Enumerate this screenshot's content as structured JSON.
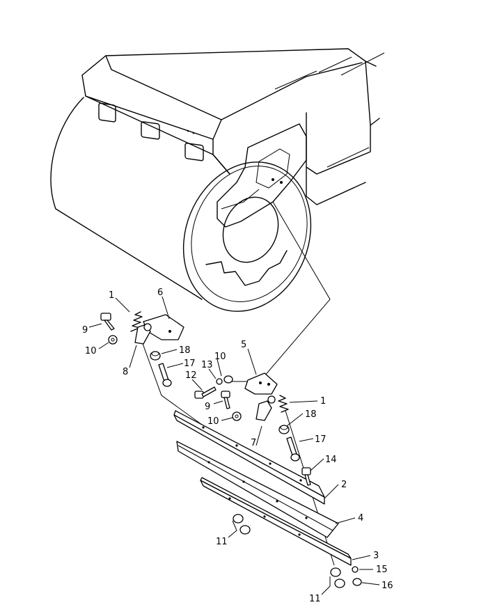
{
  "callouts": [
    {
      "id": "c1a",
      "text": "1"
    },
    {
      "id": "c1b",
      "text": "1"
    },
    {
      "id": "c2",
      "text": "2"
    },
    {
      "id": "c3",
      "text": "3"
    },
    {
      "id": "c4",
      "text": "4"
    },
    {
      "id": "c5",
      "text": "5"
    },
    {
      "id": "c6",
      "text": "6"
    },
    {
      "id": "c7",
      "text": "7"
    },
    {
      "id": "c8",
      "text": "8"
    },
    {
      "id": "c9a",
      "text": "9"
    },
    {
      "id": "c9b",
      "text": "9"
    },
    {
      "id": "c10a",
      "text": "10"
    },
    {
      "id": "c10b",
      "text": "10"
    },
    {
      "id": "c10c",
      "text": "10"
    },
    {
      "id": "c11a",
      "text": "11"
    },
    {
      "id": "c11b",
      "text": "11"
    },
    {
      "id": "c12",
      "text": "12"
    },
    {
      "id": "c13",
      "text": "13"
    },
    {
      "id": "c14",
      "text": "14"
    },
    {
      "id": "c15",
      "text": "15"
    },
    {
      "id": "c16",
      "text": "16"
    },
    {
      "id": "c17a",
      "text": "17"
    },
    {
      "id": "c17b",
      "text": "17"
    },
    {
      "id": "c18a",
      "text": "18"
    },
    {
      "id": "c18b",
      "text": "18"
    }
  ]
}
